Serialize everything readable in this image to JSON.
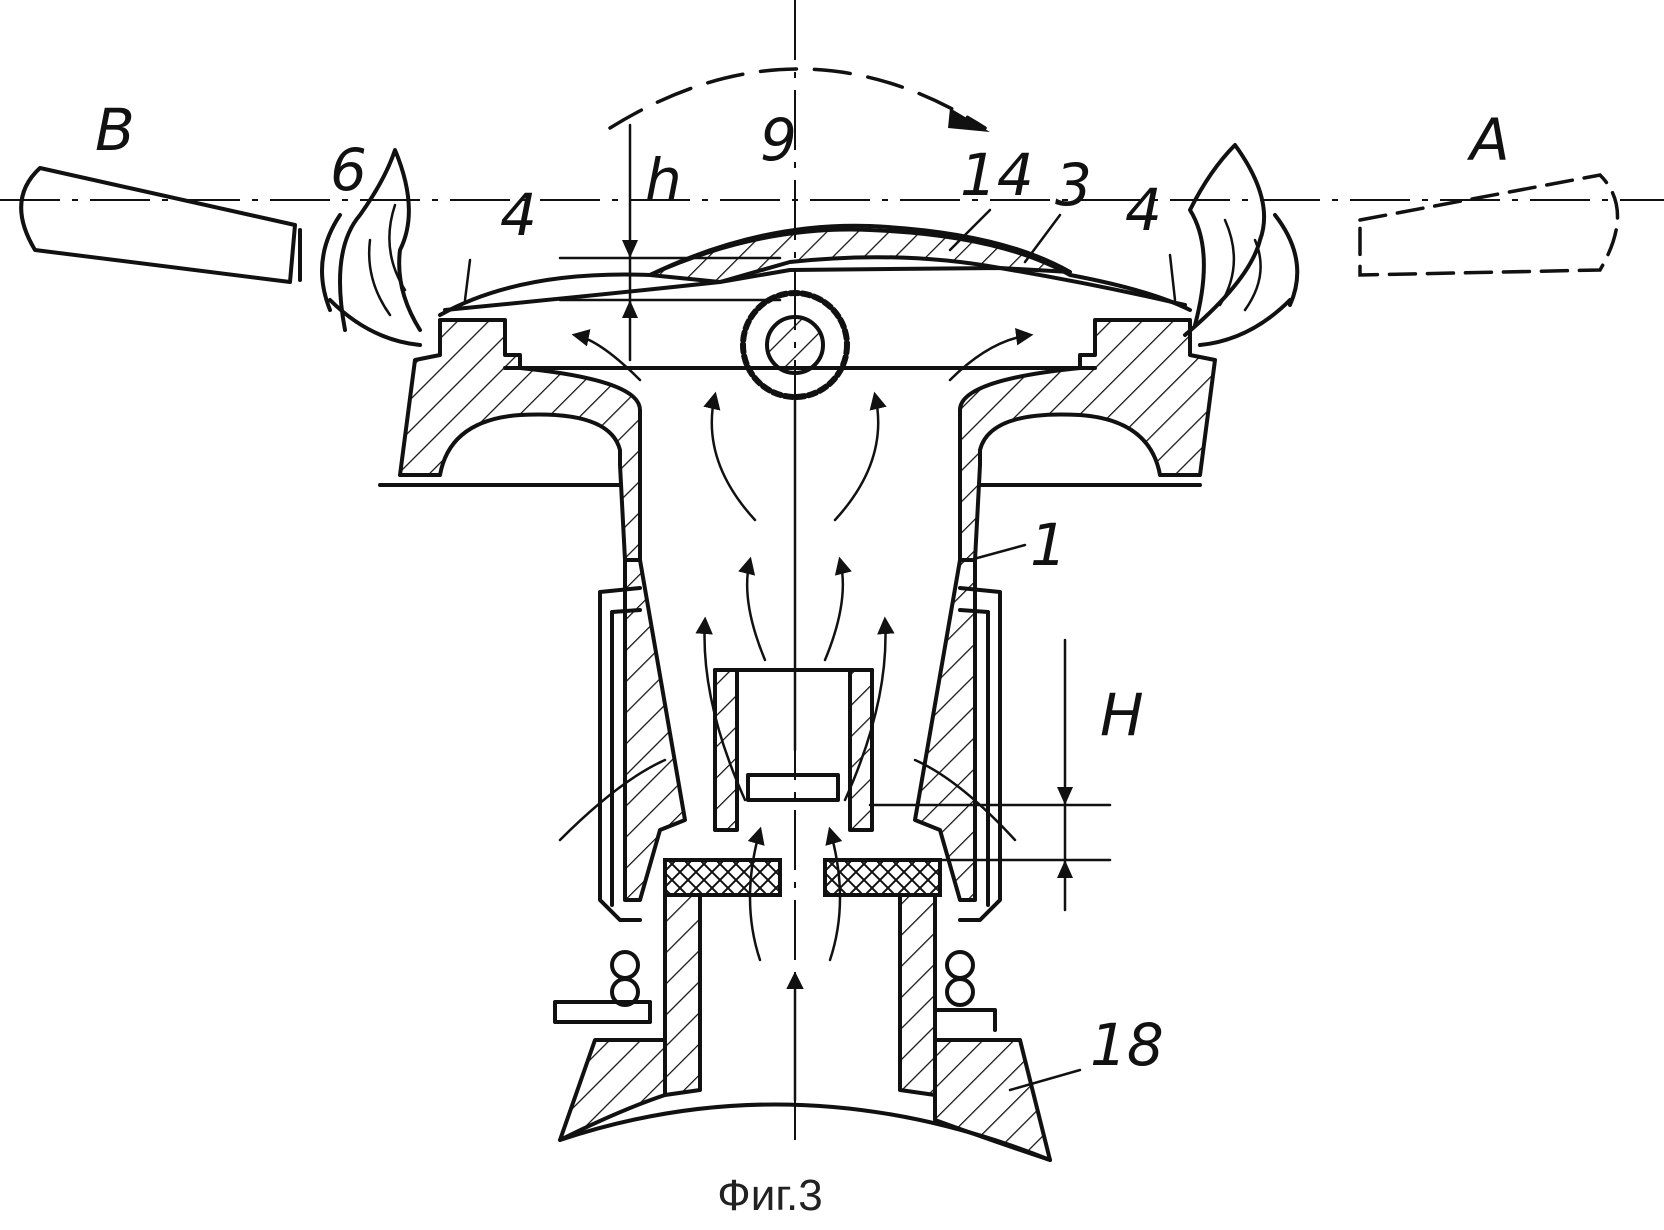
{
  "figure": {
    "caption": "Фиг.3",
    "position_labels": {
      "left": "B",
      "right": "A"
    },
    "reference_numerals": {
      "burner_body": "1",
      "top_plate": "3",
      "port_left": "4",
      "port_right": "4",
      "flame": "6",
      "gear": "9",
      "cap": "14",
      "base": "18"
    },
    "dimension_labels": {
      "upper_gap": "h",
      "lower_gap": "H"
    }
  }
}
